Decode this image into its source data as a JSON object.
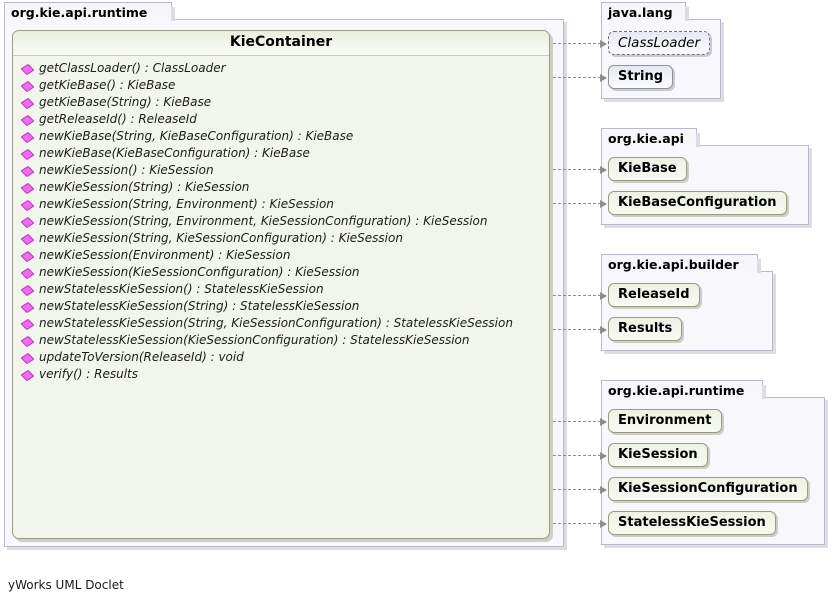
{
  "diagram": {
    "footer": "yWorks UML Doclet",
    "icon_name": "method-diamond-icon",
    "colors": {
      "class_fill": "#f2f5ec",
      "class_border": "#9a9a86",
      "package_fill": "#f7f7fc",
      "package_border": "#b9b9c9",
      "jdk_fill": "#f2f4fa",
      "method_icon": "#f06bf0",
      "arrow": "#8d8d8d"
    }
  },
  "main_package": {
    "name": "org.kie.api.runtime",
    "class": {
      "name": "KieContainer",
      "methods": [
        "getClassLoader() : ClassLoader",
        "getKieBase() : KieBase",
        "getKieBase(String) : KieBase",
        "getReleaseId() : ReleaseId",
        "newKieBase(String, KieBaseConfiguration) : KieBase",
        "newKieBase(KieBaseConfiguration) : KieBase",
        "newKieSession() : KieSession",
        "newKieSession(String) : KieSession",
        "newKieSession(String, Environment) : KieSession",
        "newKieSession(String, Environment, KieSessionConfiguration) : KieSession",
        "newKieSession(String, KieSessionConfiguration) : KieSession",
        "newKieSession(Environment) : KieSession",
        "newKieSession(KieSessionConfiguration) : KieSession",
        "newStatelessKieSession() : StatelessKieSession",
        "newStatelessKieSession(String) : StatelessKieSession",
        "newStatelessKieSession(String, KieSessionConfiguration) : StatelessKieSession",
        "newStatelessKieSession(KieSessionConfiguration) : StatelessKieSession",
        "updateToVersion(ReleaseId) : void",
        "verify() : Results"
      ]
    }
  },
  "packages": [
    {
      "name": "java.lang",
      "classes": [
        {
          "name": "ClassLoader",
          "kind": "abstract-jdk"
        },
        {
          "name": "String",
          "kind": "jdk"
        }
      ]
    },
    {
      "name": "org.kie.api",
      "classes": [
        {
          "name": "KieBase",
          "kind": "kie"
        },
        {
          "name": "KieBaseConfiguration",
          "kind": "kie"
        }
      ]
    },
    {
      "name": "org.kie.api.builder",
      "classes": [
        {
          "name": "ReleaseId",
          "kind": "kie"
        },
        {
          "name": "Results",
          "kind": "kie"
        }
      ]
    },
    {
      "name": "org.kie.api.runtime",
      "classes": [
        {
          "name": "Environment",
          "kind": "kie"
        },
        {
          "name": "KieSession",
          "kind": "kie"
        },
        {
          "name": "KieSessionConfiguration",
          "kind": "kie"
        },
        {
          "name": "StatelessKieSession",
          "kind": "kie"
        }
      ]
    }
  ]
}
